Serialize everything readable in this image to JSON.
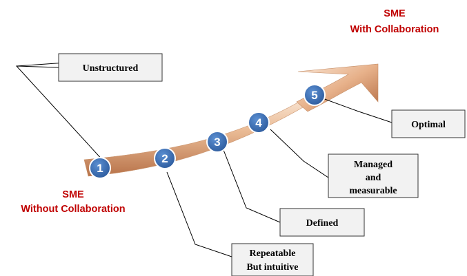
{
  "title_top": {
    "line1": "SME",
    "line2": "With Collaboration"
  },
  "title_bottom": {
    "line1": "SME",
    "line2": "Without Collaboration"
  },
  "stages": [
    {
      "number": "1",
      "label_lines": [
        "Unstructured"
      ]
    },
    {
      "number": "2",
      "label_lines": [
        "Repeatable",
        "But intuitive"
      ]
    },
    {
      "number": "3",
      "label_lines": [
        "Defined"
      ]
    },
    {
      "number": "4",
      "label_lines": [
        "Managed",
        "and",
        "measurable"
      ]
    },
    {
      "number": "5",
      "label_lines": [
        "Optimal"
      ]
    }
  ],
  "colors": {
    "arrow_light": "#f6dcc4",
    "arrow_mid": "#e6b088",
    "arrow_dark": "#b8734a",
    "circle_fill": "#3a6fb5",
    "circle_stroke": "#ffffff",
    "sme_text": "#c00000",
    "box_fill": "#f2f2f2"
  }
}
